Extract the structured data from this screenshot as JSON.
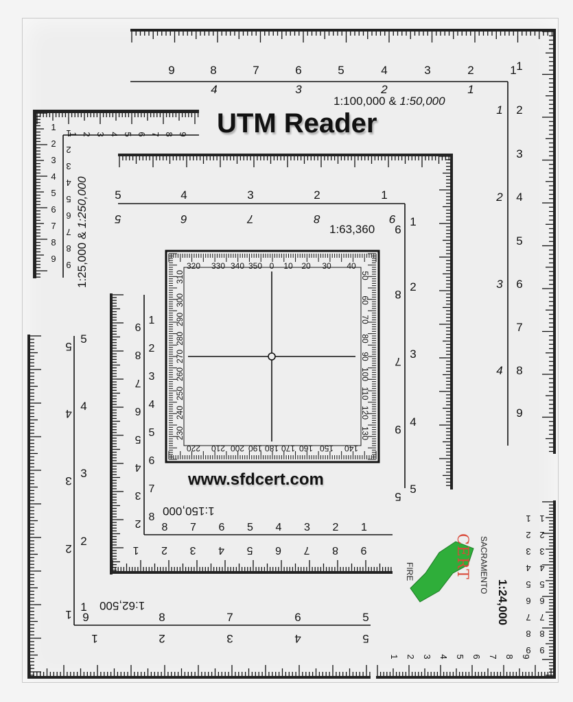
{
  "title": "UTM Reader",
  "website": "www.sfdcert.com",
  "scales": {
    "s100k": "1:100,000 & ",
    "s50k": "1:50,000",
    "s63k": "1:63,360",
    "s25k": "1:25,000 & ",
    "s250k": "1:250,000",
    "s150k": "1:150,000",
    "s62k": "1:62,500",
    "s24k": "1:24,000"
  },
  "organization": {
    "name": "SACRAMENTO",
    "brand": "CERT",
    "dept": "FIRE"
  },
  "protractor_degrees": {
    "top": [
      "320",
      "330",
      "340",
      "350",
      "0",
      "10",
      "20",
      "30",
      "40"
    ],
    "right": [
      "50",
      "60",
      "70",
      "80",
      "90",
      "100",
      "110",
      "120",
      "130"
    ],
    "bottom": [
      "140",
      "150",
      "160",
      "170",
      "180",
      "190",
      "200",
      "210",
      "220"
    ],
    "left": [
      "230",
      "240",
      "250",
      "260",
      "270",
      "280",
      "290",
      "300",
      "310"
    ]
  },
  "top_scale": {
    "numbers": [
      "9",
      "8",
      "7",
      "6",
      "5",
      "4",
      "3",
      "2",
      "1"
    ],
    "italic": [
      "4",
      "3",
      "2",
      "1"
    ]
  },
  "right_scale": {
    "numbers": [
      "1",
      "2",
      "3",
      "4",
      "5",
      "6",
      "7",
      "8",
      "9"
    ],
    "italic": [
      "1",
      "2",
      "3",
      "4"
    ]
  },
  "mid_scale": {
    "numbers": [
      "5",
      "4",
      "3",
      "2",
      "1"
    ],
    "italic": [
      "5",
      "6",
      "7",
      "8",
      "9"
    ]
  },
  "colors": {
    "card": "#eeeeee",
    "ink": "#111111",
    "brand_red": "#d94a3a",
    "logo_green": "#2fae3a"
  }
}
